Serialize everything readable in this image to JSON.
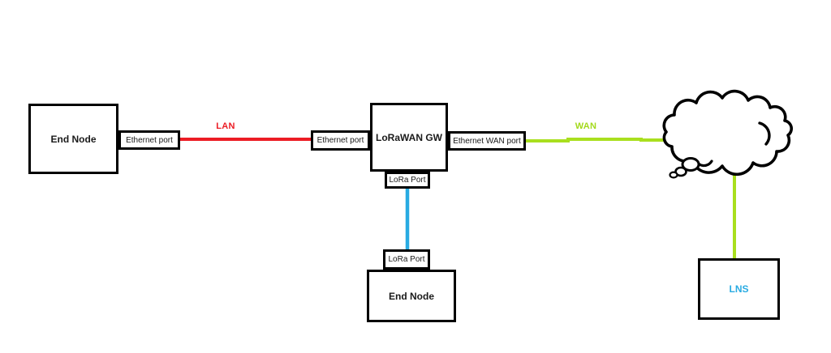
{
  "colors": {
    "lan": "#EC1C24",
    "wan": "#A9DF1E",
    "lora": "#29ABE2",
    "lns_text": "#29ABE2",
    "ink": "#000000"
  },
  "nodes": {
    "end_node_left": {
      "label": "End Node"
    },
    "ethernet_port_left": {
      "label": "Ethernet port"
    },
    "gateway": {
      "label": "LoRaWAN GW"
    },
    "ethernet_port_gateway": {
      "label": "Ethernet port"
    },
    "ethernet_wan_port": {
      "label": "Ethernet WAN port"
    },
    "lora_port_gateway": {
      "label": "LoRa Port"
    },
    "lora_port_end_node": {
      "label": "LoRa Port"
    },
    "end_node_bottom": {
      "label": "End Node"
    },
    "lns_server": {
      "label": "LNS"
    },
    "internet_cloud": {
      "icon": "cloud"
    }
  },
  "links": {
    "lan": {
      "label": "LAN"
    },
    "wan": {
      "label": "WAN"
    }
  }
}
